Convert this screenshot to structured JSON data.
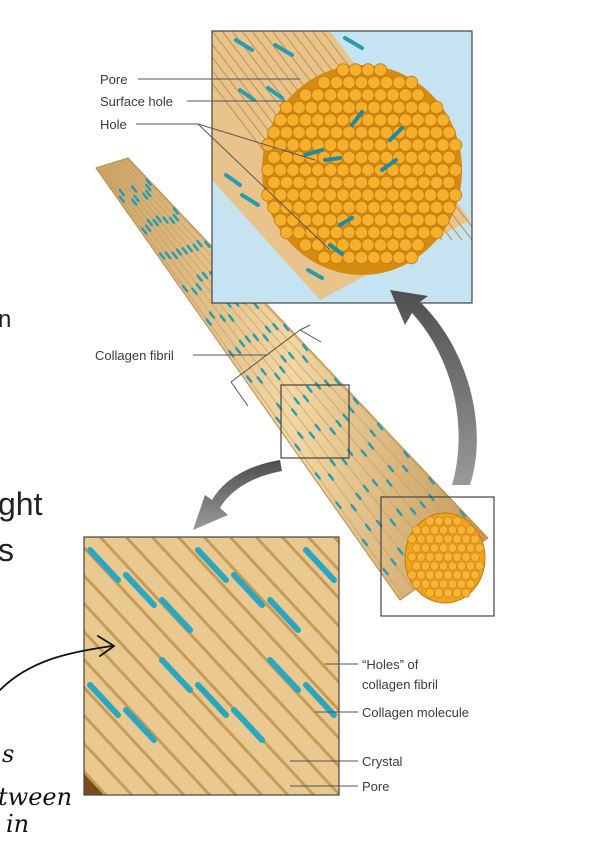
{
  "labels": {
    "pore_top": "Pore",
    "surface_hole": "Surface hole",
    "hole": "Hole",
    "collagen_fibril": "Collagen fibril",
    "holes_of_fibril_line1": "“Holes” of",
    "holes_of_fibril_line2": "collagen fibril",
    "collagen_molecule": "Collagen molecule",
    "crystal": "Crystal",
    "pore_bottom": "Pore"
  },
  "cropped_slide_text": {
    "edge_letter": "n",
    "line1": "ght",
    "line2": "s"
  },
  "handwritten_notes": {
    "line1": "s",
    "line2": "tween",
    "line3": "in"
  },
  "colors": {
    "fibril": "#e6c289",
    "fibril_shadow": "#b98d4a",
    "fibril_end": "#f2a51f",
    "crystal": "#2a9bb0",
    "inset_bg": "#c5e3f0",
    "arrow": "#6e6e6e"
  }
}
